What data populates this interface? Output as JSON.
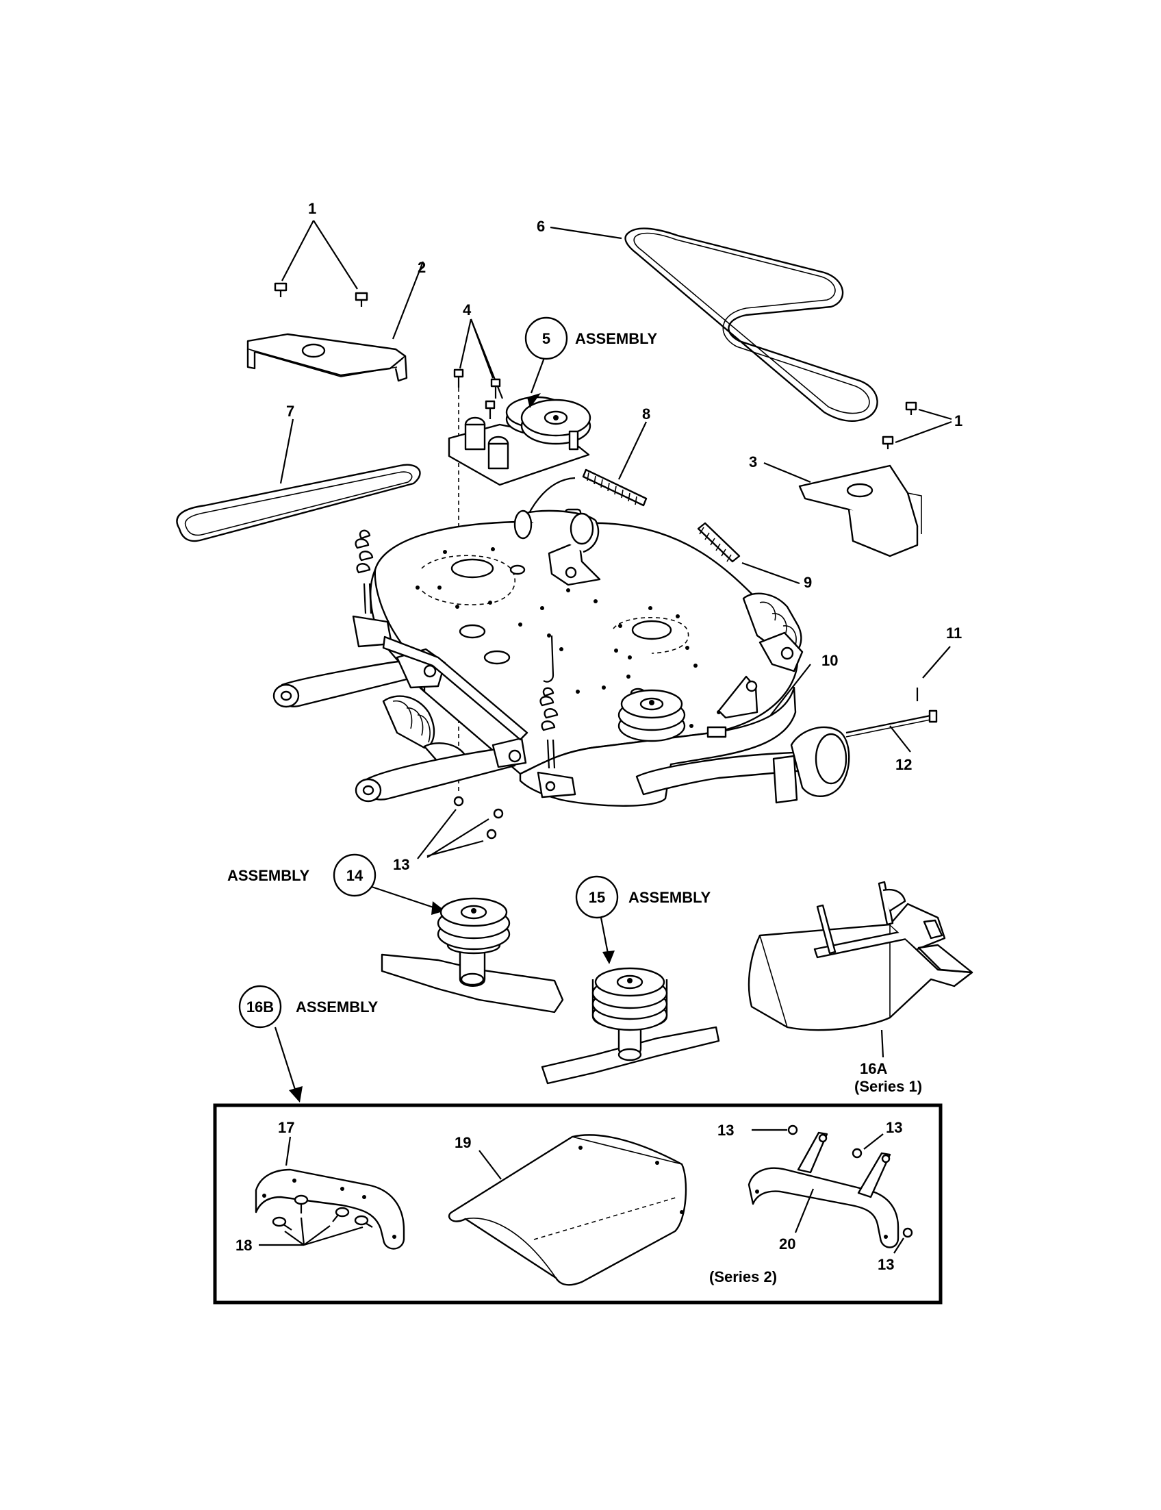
{
  "callouts": {
    "c1a": "1",
    "c1b": "1",
    "c2": "2",
    "c3": "3",
    "c4": "4",
    "c6": "6",
    "c7": "7",
    "c8": "8",
    "c9": "9",
    "c10": "10",
    "c11": "11",
    "c12": "12",
    "c13a": "13",
    "c13b": "13",
    "c13c": "13",
    "c13d": "13",
    "c16a": "16A",
    "c16a_series": "(Series 1)",
    "c17": "17",
    "c18": "18",
    "c19": "19",
    "c20": "20",
    "series2": "(Series 2)"
  },
  "assemblies": {
    "a5_num": "5",
    "a5_label": "ASSEMBLY",
    "a14_num": "14",
    "a14_label": "ASSEMBLY",
    "a15_num": "15",
    "a15_label": "ASSEMBLY",
    "a16b_num": "16B",
    "a16b_label": "ASSEMBLY"
  }
}
